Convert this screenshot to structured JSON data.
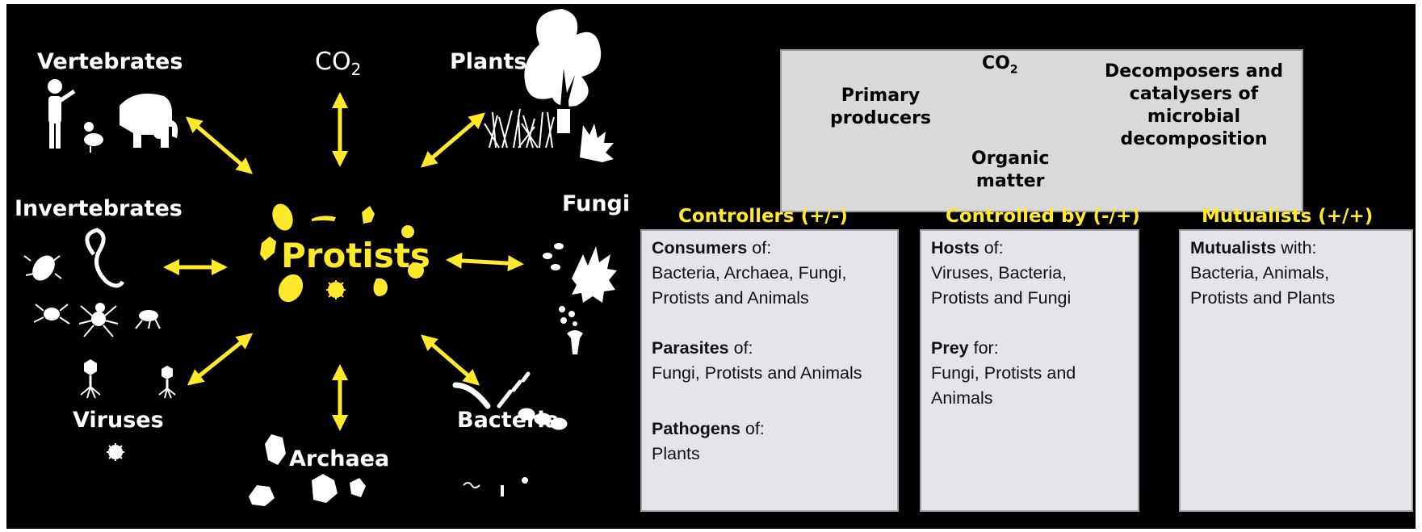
{
  "center": {
    "label": "Protists"
  },
  "partners": {
    "vertebrates": "Vertebrates",
    "co2": {
      "text": "CO",
      "sub": "2"
    },
    "plants": "Plants",
    "invertebrates": "Invertebrates",
    "fungi": "Fungi",
    "viruses": "Viruses",
    "archaea": "Archaea",
    "bacteria": "Bacteria"
  },
  "cycle": {
    "co2": {
      "text": "CO",
      "sub": "2"
    },
    "primary_producers": [
      "Primary",
      "producers"
    ],
    "decomposers": [
      "Decomposers and",
      "catalysers of",
      "microbial",
      "decomposition"
    ],
    "organic_matter": [
      "Organic",
      "matter"
    ]
  },
  "columns": [
    {
      "heading": "Controllers (+/-)",
      "entries": [
        {
          "term": "Consumers",
          "suffix": " of:",
          "lines": [
            "Bacteria, Archaea, Fungi,",
            "Protists and Animals"
          ]
        },
        {
          "term": "Parasites",
          "suffix": " of:",
          "lines": [
            "Fungi, Protists and Animals"
          ]
        },
        {
          "term": "Pathogens",
          "suffix": " of:",
          "lines": [
            "Plants"
          ]
        }
      ]
    },
    {
      "heading": "Controlled by (-/+)",
      "entries": [
        {
          "term": "Hosts",
          "suffix": " of:",
          "lines": [
            "Viruses, Bacteria,",
            "Protists and Fungi"
          ]
        },
        {
          "term": "Prey",
          "suffix": " for:",
          "lines": [
            "Fungi, Protists and",
            "Animals"
          ]
        }
      ]
    },
    {
      "heading": "Mutualists (+/+)",
      "entries": [
        {
          "term": "Mutualists",
          "suffix": " with:",
          "lines": [
            "Bacteria, Animals,",
            "Protists and Plants"
          ]
        }
      ]
    }
  ],
  "colors": {
    "background": "#000000",
    "accent": "#ffe92a",
    "silhouette": "#ffffff",
    "box": "#e4e4ea",
    "cycle_box": "#d9d9d9"
  },
  "icons": [
    "human-icon",
    "duck-icon",
    "elephant-icon",
    "tree-icon",
    "grass-icon",
    "leaf-icon",
    "mite-icon",
    "nematode-icon",
    "beetle-icon",
    "spider-icon",
    "flea-icon",
    "fungus-icon",
    "spores-icon",
    "mushroom-icon",
    "bacteriophage-icon",
    "virus-icon",
    "archaea-cell-icon",
    "bacteria-rod-icon",
    "protist-cell-icon"
  ]
}
